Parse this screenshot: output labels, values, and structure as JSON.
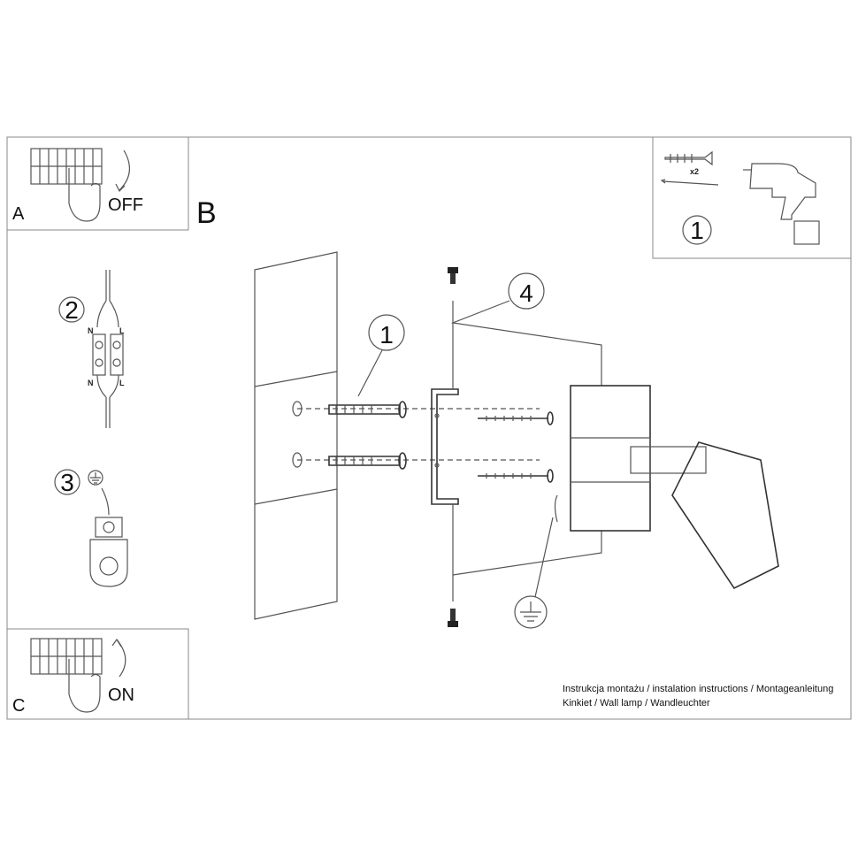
{
  "panels": {
    "a": {
      "letter": "A",
      "label": "OFF"
    },
    "b": {
      "letter": "B"
    },
    "c": {
      "letter": "C",
      "label": "ON"
    }
  },
  "steps": {
    "tools": {
      "number": "1",
      "quantity": "x2"
    },
    "wiring": {
      "number": "2",
      "terminal_labels": [
        "N",
        "L",
        "N",
        "L"
      ]
    },
    "ground": {
      "number": "3"
    },
    "dowel": {
      "number": "1"
    },
    "bracket": {
      "number": "4"
    }
  },
  "instructions": {
    "line1": "Instrukcja montażu / instalation instructions / Montageanleitung",
    "line2": "Kinkiet / Wall lamp / Wandleuchter"
  }
}
